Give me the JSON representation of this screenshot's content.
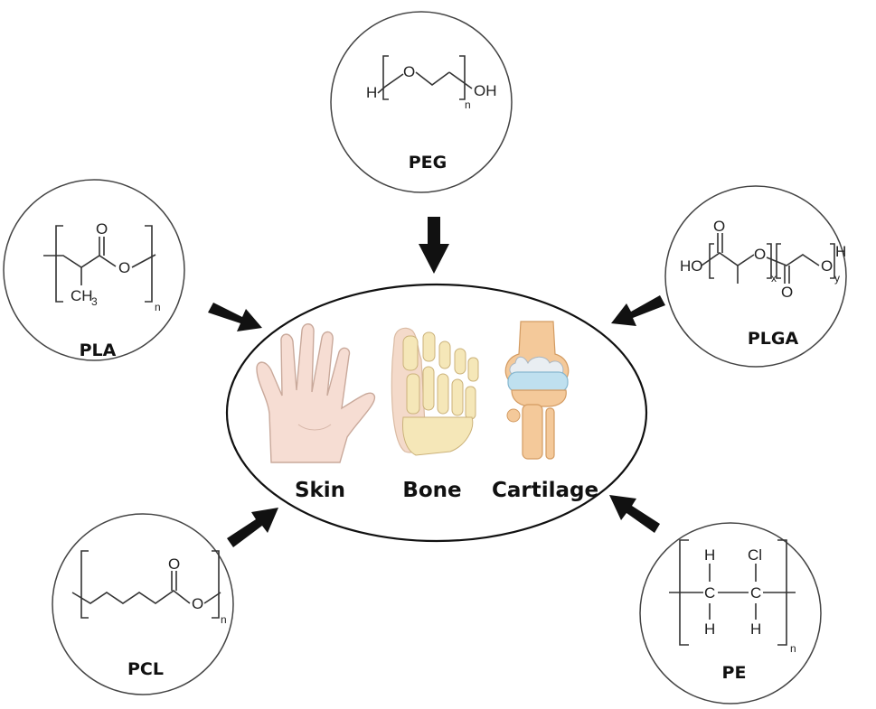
{
  "center": {
    "tissues": [
      {
        "id": "skin",
        "label": "Skin",
        "icon": "hand-icon"
      },
      {
        "id": "bone",
        "label": "Bone",
        "icon": "foot-bone-icon"
      },
      {
        "id": "cartilage",
        "label": "Cartilage",
        "icon": "knee-joint-icon"
      }
    ]
  },
  "polymers": {
    "peg": {
      "name": "PEG",
      "h": "H",
      "o": "O",
      "n": "n",
      "oh": "OH"
    },
    "pla": {
      "name": "PLA",
      "o1": "O",
      "o2": "O",
      "ch3": "CH",
      "sub3": "3",
      "n": "n"
    },
    "plga": {
      "name": "PLGA",
      "ho": "HO",
      "o1": "O",
      "o2": "O",
      "o3": "O",
      "o4": "O",
      "h": "H",
      "x": "x",
      "y": "y"
    },
    "pcl": {
      "name": "PCL",
      "o1": "O",
      "o2": "O",
      "n": "n"
    },
    "pe": {
      "name": "PE",
      "h1": "H",
      "cl": "Cl",
      "c1": "C",
      "c2": "C",
      "h2": "H",
      "h3": "H",
      "n": "n"
    }
  },
  "colors": {
    "skin": "#f6ddd3",
    "bone": "#f5e7b8",
    "cartilage": "#bfe0ef",
    "arrow": "#111111"
  }
}
